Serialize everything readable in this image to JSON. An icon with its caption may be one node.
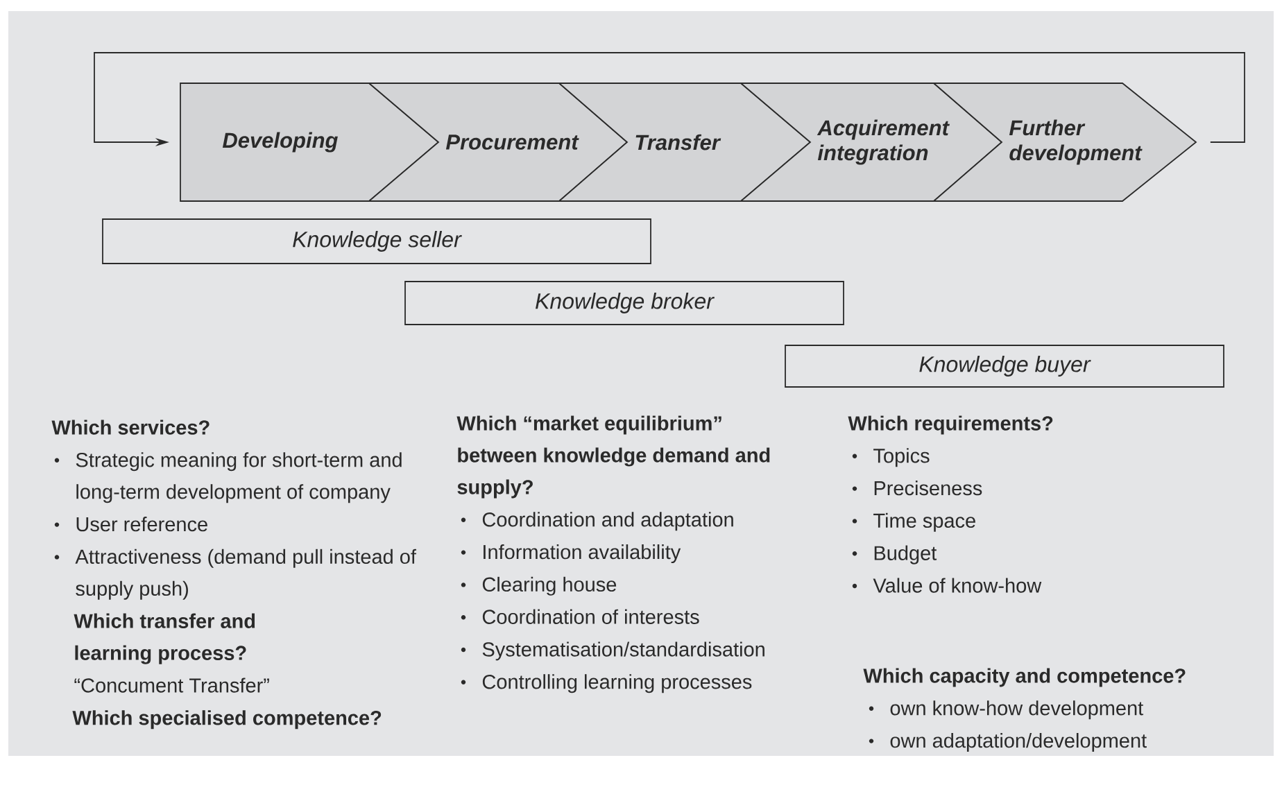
{
  "diagram": {
    "nodes": [
      {
        "text": [
          "Developing"
        ]
      },
      {
        "text": [
          "Procurement"
        ]
      },
      {
        "text": [
          "Transfer"
        ]
      },
      {
        "text": [
          "Acquirement integration"
        ]
      },
      {
        "text": [
          "Further development"
        ]
      },
      {
        "text": [
          "Knowledge seller"
        ]
      },
      {
        "text": [
          "Knowledge broker"
        ]
      },
      {
        "text": [
          "Knowledge buyer"
        ]
      }
    ],
    "edges": [
      {
        "from": 4,
        "to": 0,
        "arrow": "to"
      }
    ],
    "labels": [
      "Which services?",
      "Strategic meaning for short-term and long-term development of company",
      "User reference",
      "Attractiveness (demand pull instead of supply push)",
      "Which transfer and learning process?",
      "“Concument Transfer”",
      "Which specialised competence?",
      "Which “market equilibrium” between knowledge demand and supply?",
      "Coordination and adaptation",
      "Information availability",
      "Clearing house",
      "Coordination of interests",
      "Systematisation/standardisation",
      "Controlling learning processes",
      "Which requirements?",
      "Topics",
      "Preciseness",
      "Time space",
      "Budget",
      "Value of know-how",
      "Which capacity and competence?",
      "own know-how development",
      "own adaptation/development"
    ]
  }
}
